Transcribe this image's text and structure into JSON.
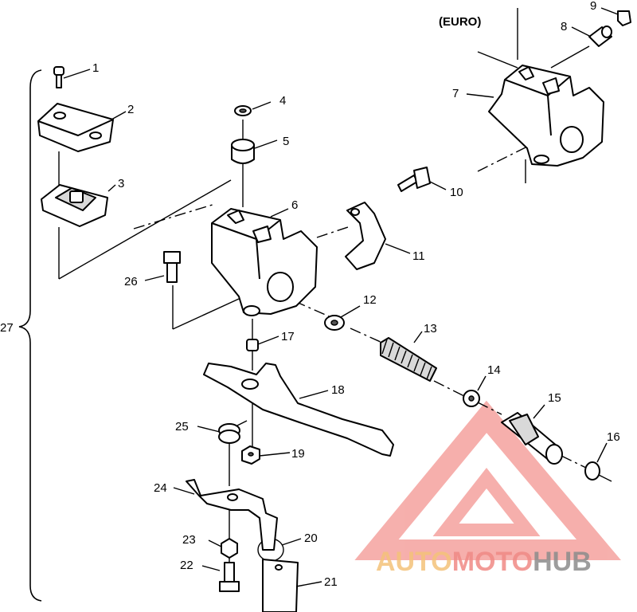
{
  "variant_label": "(EURO)",
  "parts": [
    {
      "id": "p1",
      "number": "1"
    },
    {
      "id": "p2",
      "number": "2"
    },
    {
      "id": "p3",
      "number": "3"
    },
    {
      "id": "p4",
      "number": "4"
    },
    {
      "id": "p5",
      "number": "5"
    },
    {
      "id": "p6",
      "number": "6"
    },
    {
      "id": "p7",
      "number": "7"
    },
    {
      "id": "p8",
      "number": "8"
    },
    {
      "id": "p9",
      "number": "9"
    },
    {
      "id": "p10",
      "number": "10"
    },
    {
      "id": "p11",
      "number": "11"
    },
    {
      "id": "p12",
      "number": "12"
    },
    {
      "id": "p13",
      "number": "13"
    },
    {
      "id": "p14",
      "number": "14"
    },
    {
      "id": "p15",
      "number": "15"
    },
    {
      "id": "p16",
      "number": "16"
    },
    {
      "id": "p17",
      "number": "17"
    },
    {
      "id": "p18",
      "number": "18"
    },
    {
      "id": "p19",
      "number": "19"
    },
    {
      "id": "p20",
      "number": "20"
    },
    {
      "id": "p21",
      "number": "21"
    },
    {
      "id": "p22",
      "number": "22"
    },
    {
      "id": "p23",
      "number": "23"
    },
    {
      "id": "p24",
      "number": "24"
    },
    {
      "id": "p25",
      "number": "25"
    },
    {
      "id": "p26",
      "number": "26"
    },
    {
      "id": "p27",
      "number": "27"
    }
  ],
  "watermark": {
    "segments": [
      {
        "text": "AUTO",
        "color": "#f4c27a"
      },
      {
        "text": "MOTO",
        "color": "#f08a86"
      },
      {
        "text": "HUB",
        "color": "#8c8c8c"
      }
    ],
    "logo_color": "#f08a86"
  }
}
